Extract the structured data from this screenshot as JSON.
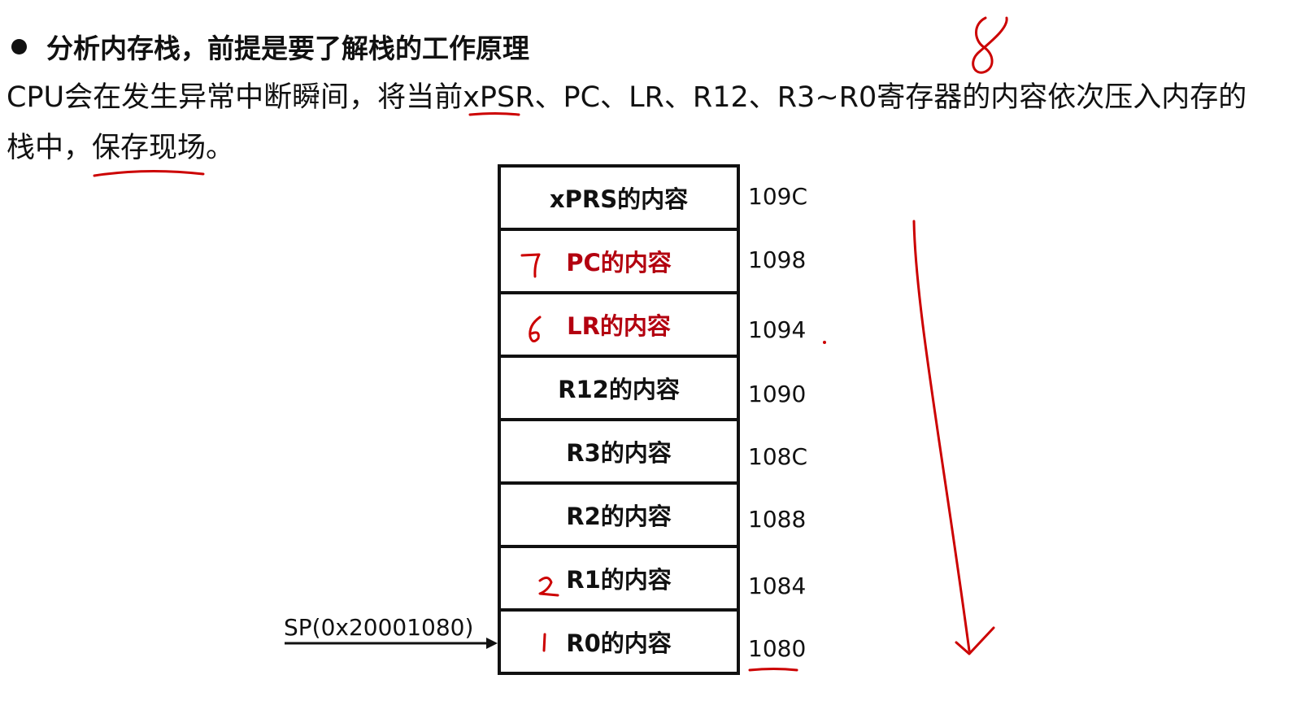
{
  "heading": "分析内存栈，前提是要了解栈的工作原理",
  "paragraph": {
    "line1": "CPU会在发生异常中断瞬间，将当前xPSR、PC、LR、R12、R3~R0寄存器的内容依次压入内存的",
    "line2": "栈中，保存现场。"
  },
  "stack": {
    "cells": [
      {
        "label": "xPRS的内容",
        "address": "109C"
      },
      {
        "label": "PC的内容",
        "address": "1098"
      },
      {
        "label": "LR的内容",
        "address": "1094"
      },
      {
        "label": "R12的内容",
        "address": "1090"
      },
      {
        "label": "R3的内容",
        "address": "108C"
      },
      {
        "label": "R2的内容",
        "address": "1088"
      },
      {
        "label": "R1的内容",
        "address": "1084"
      },
      {
        "label": "R0的内容",
        "address": "1080"
      }
    ],
    "highlight_color": "#b3000f"
  },
  "sp_label": "SP(0x20001080)",
  "annotations": {
    "ink_color": "#cc0000",
    "numbers": [
      "8",
      "7",
      "6",
      "2",
      "1"
    ]
  }
}
